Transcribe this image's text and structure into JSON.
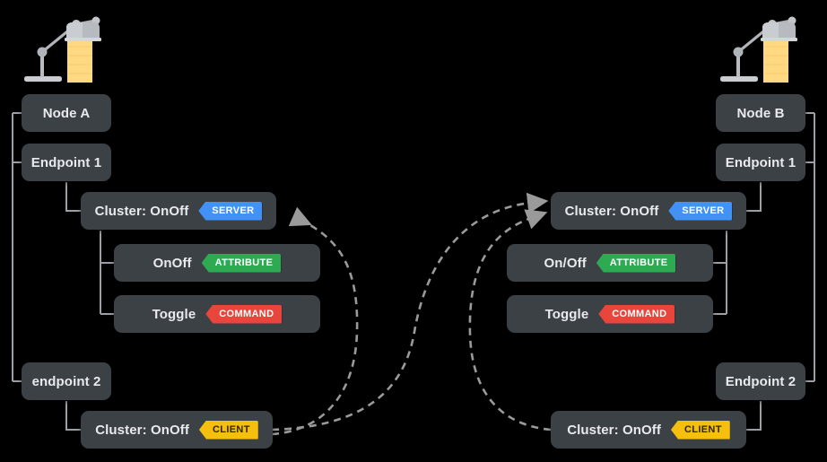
{
  "diagram": {
    "title": "Matter OnOff cluster binding between two nodes",
    "background": "#000000",
    "box_color": "#3c4146",
    "line_color": "#9aa0a6",
    "arrow_color": "#9a9a9a"
  },
  "badges": {
    "server": "SERVER",
    "client": "CLIENT",
    "attribute": "ATTRIBUTE",
    "command": "COMMAND"
  },
  "badge_colors": {
    "server": "#4292f5",
    "client": "#f5bf0f",
    "attribute": "#2eaa53",
    "command": "#e8453c"
  },
  "left_node": {
    "icon": "desk-lamp-icon",
    "name": "Node A",
    "endpoint_1": {
      "name": "Endpoint 1",
      "cluster": {
        "name": "Cluster: OnOff",
        "role": "SERVER",
        "members": [
          {
            "name": "OnOff",
            "kind": "ATTRIBUTE"
          },
          {
            "name": "Toggle",
            "kind": "COMMAND"
          }
        ]
      }
    },
    "endpoint_2": {
      "name": "endpoint 2",
      "cluster": {
        "name": "Cluster: OnOff",
        "role": "CLIENT"
      }
    }
  },
  "right_node": {
    "icon": "desk-lamp-icon",
    "name": "Node B",
    "endpoint_1": {
      "name": "Endpoint 1",
      "cluster": {
        "name": "Cluster: OnOff",
        "role": "SERVER",
        "members": [
          {
            "name": "On/Off",
            "kind": "ATTRIBUTE"
          },
          {
            "name": "Toggle",
            "kind": "COMMAND"
          }
        ]
      }
    },
    "endpoint_2": {
      "name": "Endpoint 2",
      "cluster": {
        "name": "Cluster: OnOff",
        "role": "CLIENT"
      }
    }
  },
  "bindings": [
    {
      "from": "left-client-cluster",
      "to": "left-server-cluster"
    },
    {
      "from": "left-client-cluster",
      "to": "right-server-cluster"
    },
    {
      "from": "right-client-cluster",
      "to": "right-server-cluster"
    }
  ]
}
